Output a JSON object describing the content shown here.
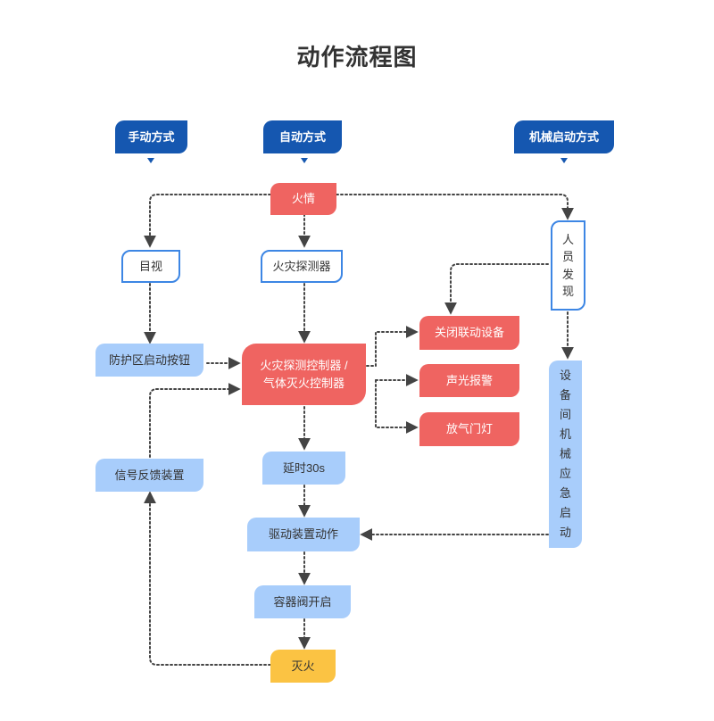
{
  "title": "动作流程图",
  "modes": {
    "manual": "手动方式",
    "auto": "自动方式",
    "mechanical": "机械启动方式"
  },
  "nodes": {
    "fire": "火情",
    "visual": "目视",
    "detector": "火灾探测器",
    "zone_button": "防护区启动按钮",
    "controller_line1": "火灾探测控制器 /",
    "controller_line2": "气体灭火控制器",
    "close_linked": "关闭联动设备",
    "sound_light": "声光报警",
    "release_lamp": "放气门灯",
    "delay": "延时30s",
    "feedback": "信号反馈装置",
    "drive": "驱动装置动作",
    "valve_open": "容器阀开启",
    "extinguish": "灭火",
    "person_found": [
      "人",
      "员",
      "发",
      "现"
    ],
    "room_emergency": [
      "设",
      "备",
      "间",
      "机",
      "械",
      "应",
      "急",
      "启",
      "动"
    ]
  },
  "colors": {
    "mode_blue": "#1557b0",
    "red": "#ef6461",
    "light_blue": "#a8cdfb",
    "outline_blue": "#3d86e4",
    "yellow": "#fbc343",
    "edge": "#444444"
  }
}
